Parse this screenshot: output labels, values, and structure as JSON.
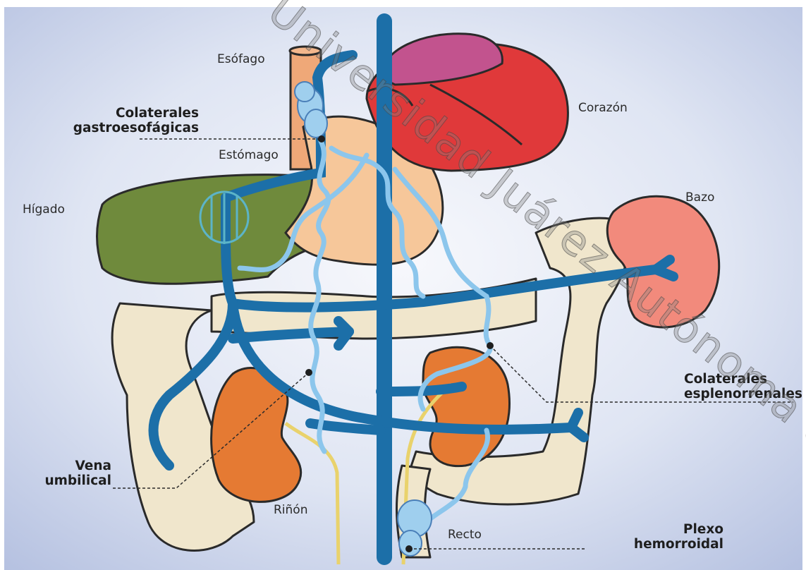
{
  "labels": {
    "esofago": "Esófago",
    "corazon": "Corazón",
    "colaterales_gastro_1": "Colaterales",
    "colaterales_gastro_2": "gastroesofágicas",
    "estomago": "Estómago",
    "higado": "Hígado",
    "bazo": "Bazo",
    "colaterales_espleno_1": "Colaterales",
    "colaterales_espleno_2": "esplenorrenales",
    "vena_umbilical_1": "Vena",
    "vena_umbilical_2": "umbilical",
    "rinon": "Riñón",
    "recto": "Recto",
    "plexo_1": "Plexo",
    "plexo_2": "hemorroidal"
  },
  "watermark": "Universidad Juárez Autónoma de Tabasco",
  "colors": {
    "background": "#c9d3ea",
    "heart_red": "#e0393a",
    "heart_atrium": "#c2538e",
    "liver_green": "#6f8a3c",
    "stomach_peach": "#f6c79a",
    "esophagus": "#efa878",
    "intestine_cream": "#f0e6cc",
    "kidney_orange": "#e57a33",
    "spleen_salmon": "#f28a7c",
    "portal_blue": "#1c6fa8",
    "collateral_light_blue": "#8cc6ec",
    "outline": "#2a2a2a"
  }
}
